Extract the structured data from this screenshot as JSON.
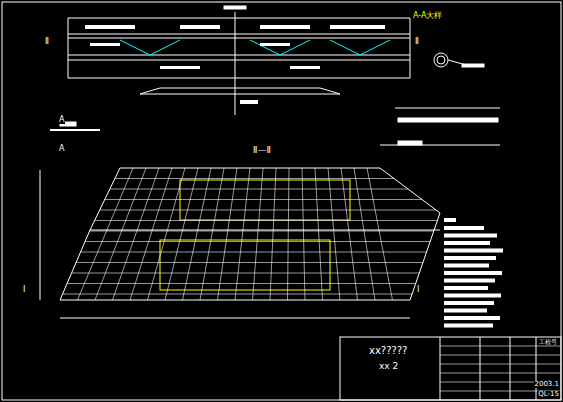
{
  "diagram": {
    "labels": [
      "A-A大样",
      "Ⅱ—Ⅱ",
      "A",
      "A",
      "Ⅱ",
      "Ⅱ",
      "I",
      "I",
      "xx?????",
      "xx 2",
      "工程号",
      "2003.1",
      "QL-15"
    ]
  }
}
